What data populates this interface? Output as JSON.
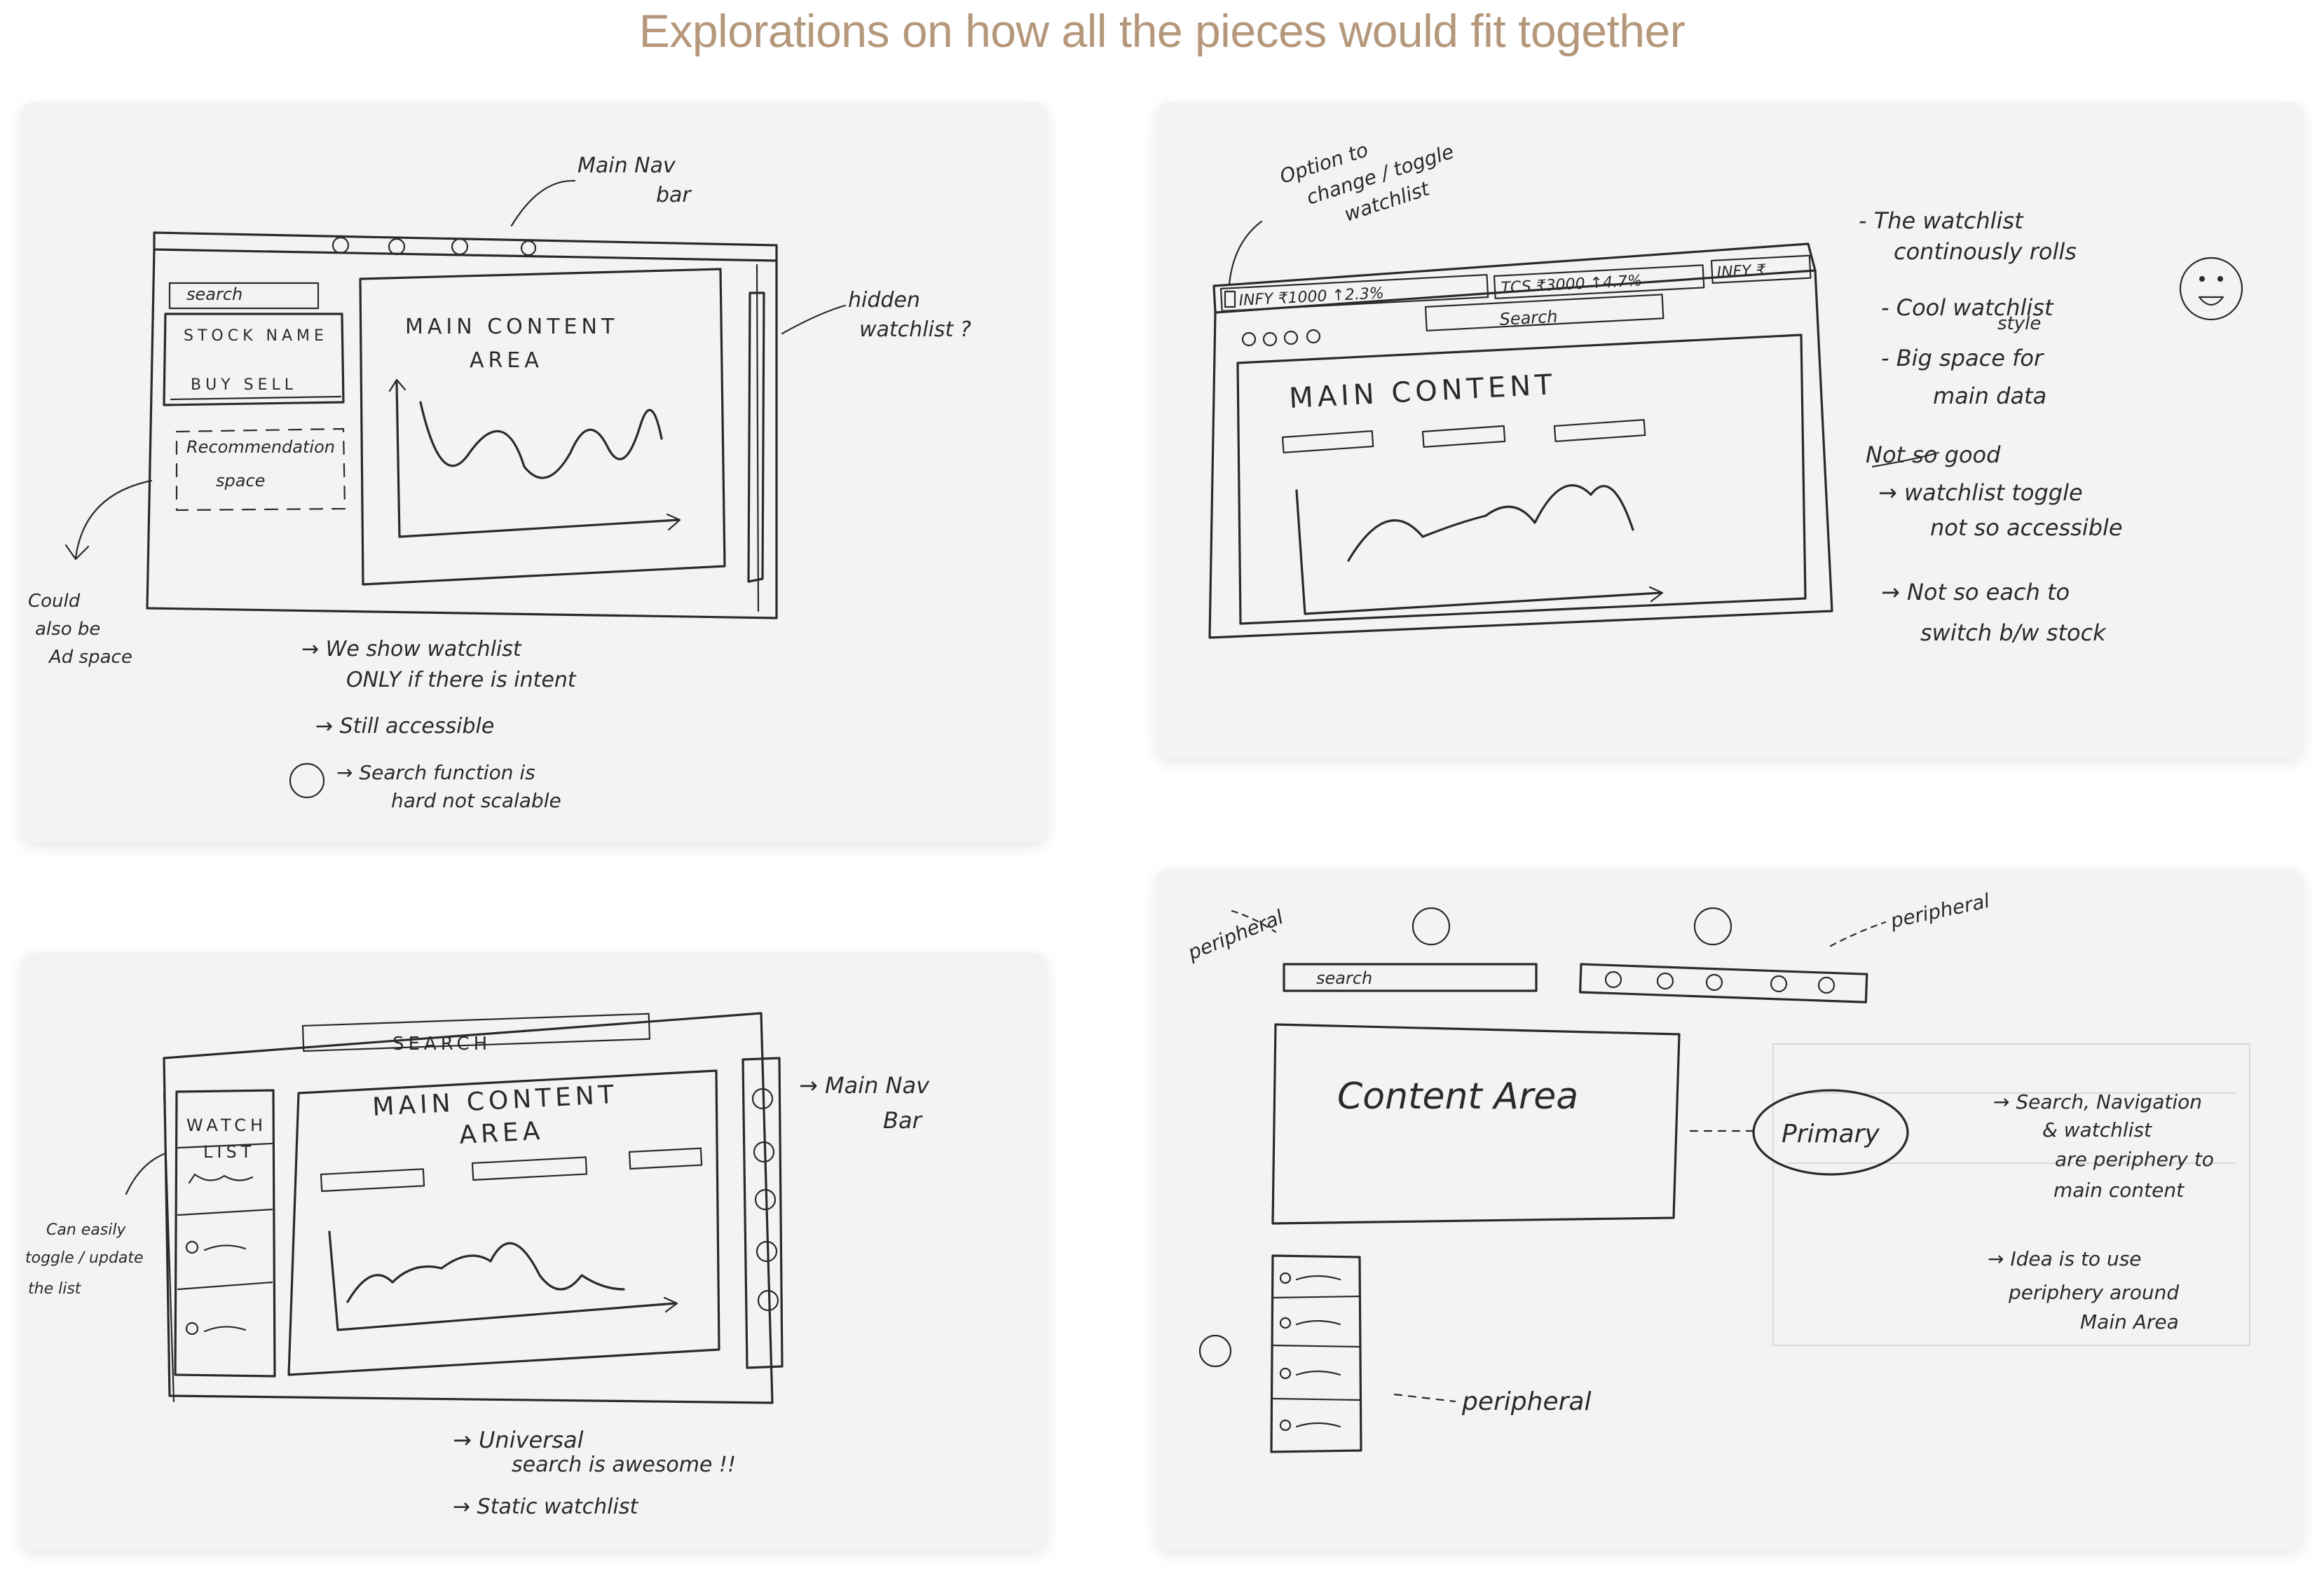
{
  "title": "Explorations on how all the pieces would fit together",
  "colors": {
    "title": "#b5987b",
    "card": "#f3f3f2",
    "ink": "#2a2a2a"
  },
  "sketch1": {
    "nav_note_1": "Main Nav",
    "nav_note_2": "bar",
    "search": "search",
    "stock_name": "STOCK NAME",
    "buy_sell": "BUY  SELL",
    "reco_1": "Recommendation",
    "reco_2": "space",
    "main_content_1": "MAIN CONTENT",
    "main_content_2": "AREA",
    "hidden_1": "hidden",
    "hidden_2": "watchlist ?",
    "ad_1": "Could",
    "ad_2": "also be",
    "ad_3": "Ad space",
    "note_1a": "→ We show watchlist",
    "note_1b": "ONLY if there is intent",
    "note_2": "→ Still accessible",
    "note_3a": "→ Search function is",
    "note_3b": "hard not scalable"
  },
  "sketch2": {
    "option_1": "Option to",
    "option_2": "change / toggle",
    "option_3": "watchlist",
    "ticker_1": "INFY ₹1000 ↑2.3%",
    "ticker_2": "TCS ₹3000 ↑4.7%",
    "ticker_3": "INFY ₹",
    "search": "Search",
    "main_content": "MAIN CONTENT",
    "pro_1a": "- The watchlist",
    "pro_1b": "continously rolls",
    "pro_2a": "- Cool watchlist",
    "pro_2b": "style",
    "pro_3a": "- Big space for",
    "pro_3b": "main data",
    "con_heading": "Not so good",
    "con_1a": "→ watchlist toggle",
    "con_1b": "not so accessible",
    "con_2a": "→ Not so each to",
    "con_2b": "switch b/w stock"
  },
  "sketch3": {
    "search": "SEARCH",
    "watch_1": "WATCH",
    "watch_2": "LIST",
    "main_content_1": "MAIN CONTENT",
    "main_content_2": "AREA",
    "nav_1": "→ Main Nav",
    "nav_2": "Bar",
    "toggle_1": "Can easily",
    "toggle_2": "toggle / update",
    "toggle_3": "the list",
    "note_1a": "→ Universal",
    "note_1b": "search is awesome !!",
    "note_2": "→ Static watchlist"
  },
  "sketch4": {
    "peripheral_left": "peripheral",
    "search": "search",
    "peripheral_right": "peripheral",
    "content_area": "Content Area",
    "primary": "Primary",
    "peripheral_bottom": "peripheral",
    "note_1a": "→ Search, Navigation",
    "note_1b": "& watchlist",
    "note_1c": "are periphery to",
    "note_1d": "main content",
    "note_2a": "→ Idea is to use",
    "note_2b": "periphery around",
    "note_2c": "Main Area"
  }
}
